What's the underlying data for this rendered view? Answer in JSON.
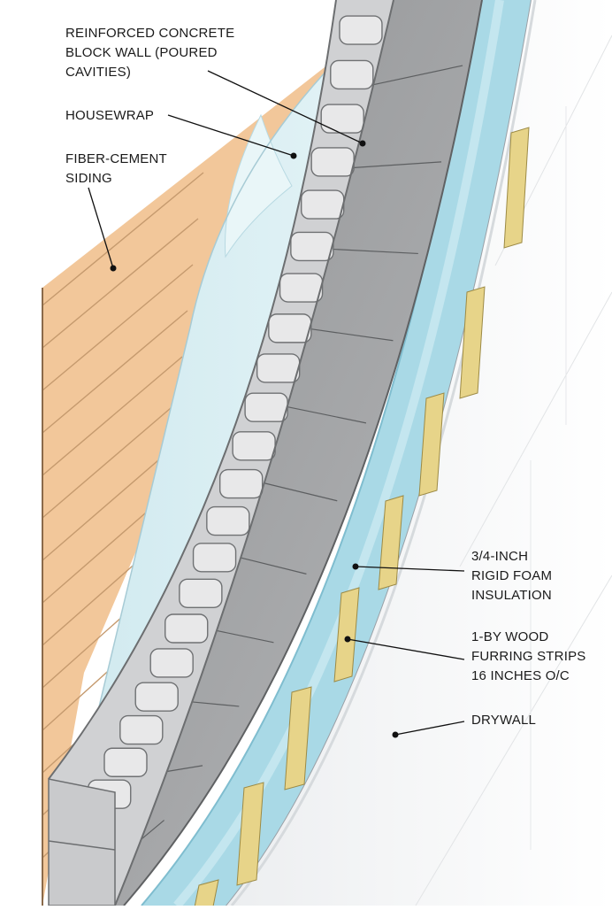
{
  "diagram": {
    "labels": {
      "block_wall": [
        "REINFORCED CONCRETE",
        "BLOCK WALL (POURED",
        "CAVITIES)"
      ],
      "housewrap": [
        "HOUSEWRAP"
      ],
      "siding": [
        "FIBER-CEMENT",
        "SIDING"
      ],
      "foam": [
        "3/4-INCH",
        "RIGID FOAM",
        "INSULATION"
      ],
      "furring": [
        "1-BY WOOD",
        "FURRING STRIPS",
        "16 INCHES O/C"
      ],
      "drywall": [
        "DRYWALL"
      ]
    },
    "colors": {
      "siding": "#f2c79a",
      "housewrap": "#d3ecf1",
      "block": "#9c9d9f",
      "block_cell": "#e8e8e9",
      "foam": "#a9d9e6",
      "furring": "#e7d489",
      "drywall": "#f3f4f5"
    }
  }
}
